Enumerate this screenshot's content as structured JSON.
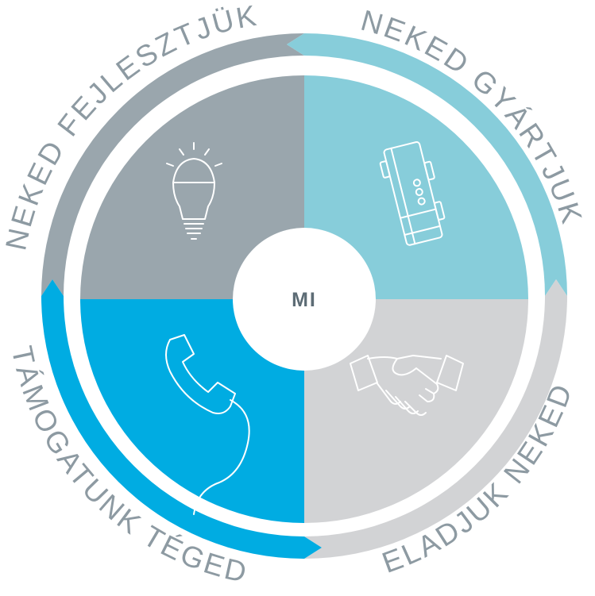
{
  "center": {
    "label": "MI"
  },
  "stages": [
    {
      "label": "NEKED FEJLESZTJÜK",
      "color": "#9aa6ad",
      "icon": "lightbulb-icon"
    },
    {
      "label": "NEKED GYÁRTJUK",
      "color": "#87cdda",
      "icon": "din-rail-device-icon"
    },
    {
      "label": "ELADJUK NEKED",
      "color": "#d2d3d5",
      "icon": "handshake-icon"
    },
    {
      "label": "TÁMOGATUNK TÉGED",
      "color": "#00ace2",
      "icon": "telephone-icon"
    }
  ],
  "colors": {
    "label_text": "#8d9aa2",
    "center_text": "#5d6c75",
    "background": "#ffffff"
  }
}
